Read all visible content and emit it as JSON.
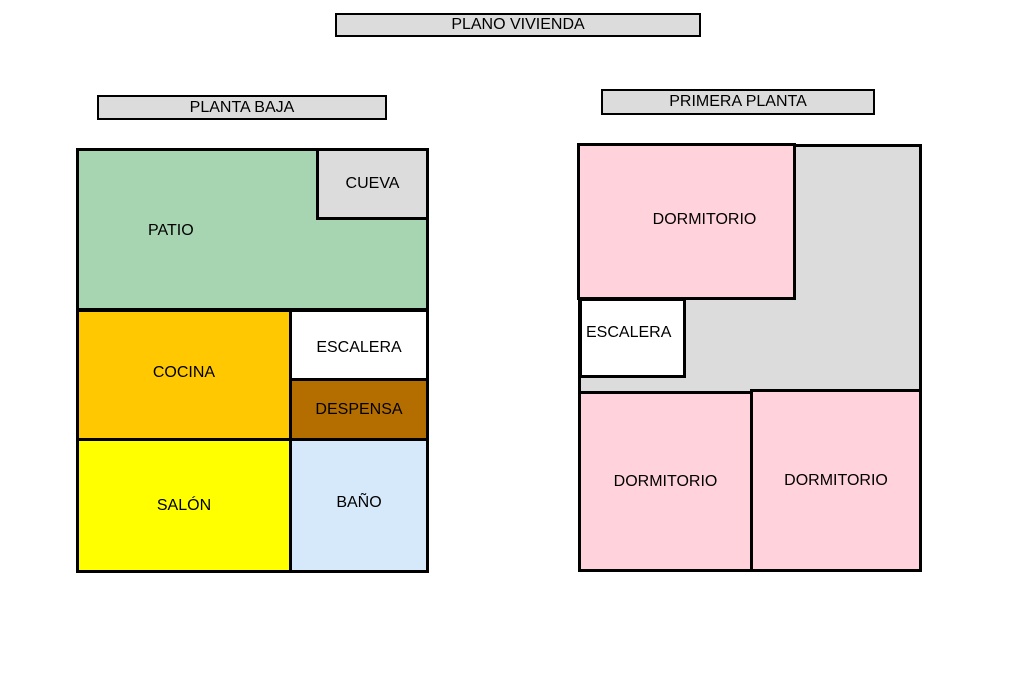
{
  "title": "PLANO VIVIENDA",
  "ground_floor": {
    "label": "PLANTA BAJA",
    "rooms": {
      "patio": "PATIO",
      "cueva": "CUEVA",
      "escalera": "ESCALERA",
      "cocina": "COCINA",
      "despensa": "DESPENSA",
      "salon": "SALÓN",
      "bano": "BAÑO"
    }
  },
  "first_floor": {
    "label": "PRIMERA PLANTA",
    "rooms": {
      "dormitorio_1": "DORMITORIO",
      "escalera": "ESCALERA",
      "dormitorio_2": "DORMITORIO",
      "dormitorio_3": "DORMITORIO"
    }
  },
  "colors": {
    "patio": "#a8d5b1",
    "cueva": "#dcdcdc",
    "escalera": "#ffffff",
    "cocina": "#ffc800",
    "despensa": "#b46e00",
    "salon": "#ffff00",
    "bano": "#d6e9fb",
    "dormitorio": "#ffd2dc",
    "hall": "#dcdcdc"
  }
}
